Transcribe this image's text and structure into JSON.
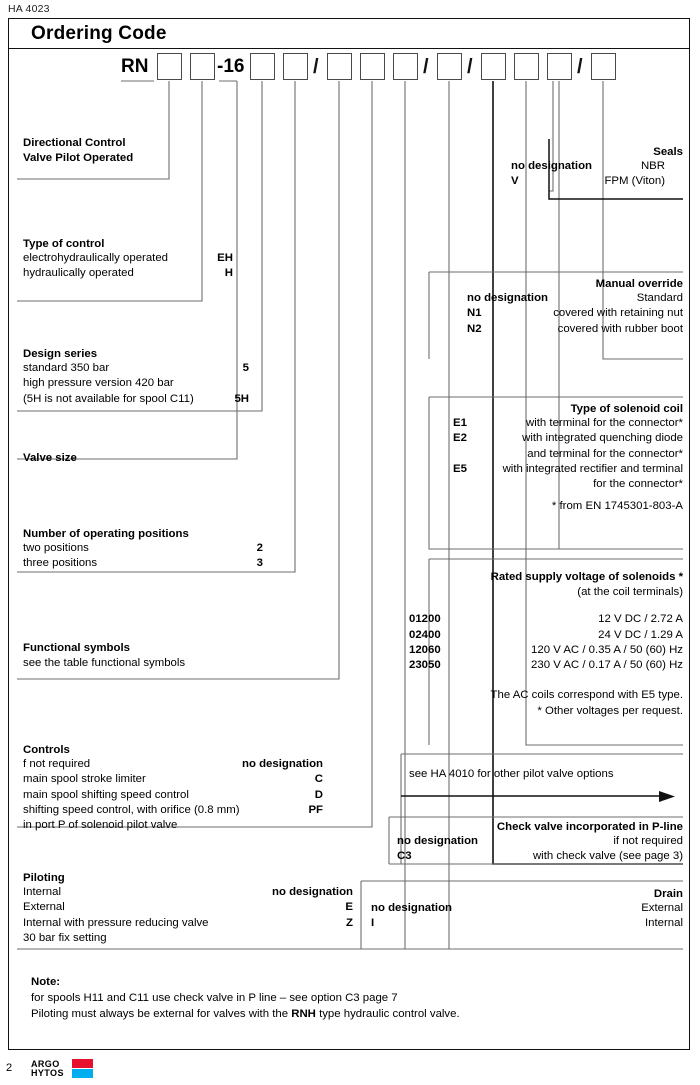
{
  "doc": {
    "id": "HA 4023",
    "title": "Ordering Code",
    "page_number": "2",
    "logo_top": "ARGO",
    "logo_bottom": "HYTOS"
  },
  "code": {
    "prefix": "RN",
    "size_code": "-16",
    "slash": "/"
  },
  "left_blocks": [
    {
      "heading_line1": "Directional Control",
      "heading_line2": "Valve Pilot Operated"
    },
    {
      "heading": "Type of control",
      "rows": [
        {
          "label": "electrohydraulically operated",
          "code": "EH"
        },
        {
          "label": "hydraulically operated",
          "code": "H"
        }
      ]
    },
    {
      "heading": "Design series",
      "rows": [
        {
          "label": "standard 350 bar",
          "code": "5"
        },
        {
          "label": "high pressure version 420 bar",
          "code": ""
        },
        {
          "label": "(5H is not available for spool C11)",
          "code": "5H"
        }
      ]
    },
    {
      "heading": "Valve size"
    },
    {
      "heading": "Number of operating positions",
      "rows": [
        {
          "label": "two positions",
          "code": "2"
        },
        {
          "label": "three positions",
          "code": "3"
        }
      ]
    },
    {
      "heading": "Functional symbols",
      "rows": [
        {
          "label": "see the table functional symbols",
          "code": ""
        }
      ]
    },
    {
      "heading": "Controls",
      "rows": [
        {
          "label": "f not required",
          "code": "no designation"
        },
        {
          "label": "main spool stroke limiter",
          "code": "C"
        },
        {
          "label": "main spool shifting speed control",
          "code": "D"
        },
        {
          "label": "shifting speed control, with orifice (0.8 mm)",
          "code": "PF"
        },
        {
          "label": "in port P of solenoid pilot valve",
          "code": ""
        }
      ]
    },
    {
      "heading": "Piloting",
      "rows": [
        {
          "label": "Internal",
          "code": "no designation"
        },
        {
          "label": "External",
          "code": "E"
        },
        {
          "label": "Internal with pressure reducing valve",
          "code": "Z"
        },
        {
          "label": "30 bar fix setting",
          "code": ""
        }
      ]
    }
  ],
  "right_blocks": {
    "seals": {
      "heading": "Seals",
      "rows": [
        {
          "code": "no designation",
          "label": "NBR"
        },
        {
          "code": "V",
          "label": "FPM (Viton)"
        }
      ]
    },
    "manual_override": {
      "heading": "Manual override",
      "rows": [
        {
          "code": "no designation",
          "label": "Standard"
        },
        {
          "code": "N1",
          "label": "covered with retaining nut"
        },
        {
          "code": "N2",
          "label": "covered with rubber boot"
        }
      ]
    },
    "solenoid_coil": {
      "heading": "Type of solenoid coil",
      "rows": [
        {
          "code": "E1",
          "label": "with terminal for the connector*"
        },
        {
          "code": "E2",
          "label": "with integrated quenching diode"
        },
        {
          "code": "",
          "label": "and terminal  for the connector*"
        },
        {
          "code": "E5",
          "label": "with integrated rectifier and terminal"
        },
        {
          "code": "",
          "label": "for the connector*"
        }
      ],
      "footnote": "* from EN 1745301-803-A"
    },
    "voltage": {
      "heading": "Rated supply voltage of solenoids *",
      "subheading": "(at the coil terminals)",
      "rows": [
        {
          "code": "01200",
          "label": "12 V DC / 2.72 A"
        },
        {
          "code": "02400",
          "label": "24 V DC / 1.29 A"
        },
        {
          "code": "12060",
          "label": "120 V AC / 0.35 A / 50 (60) Hz"
        },
        {
          "code": "23050",
          "label": "230 V AC / 0.17 A / 50 (60) Hz"
        }
      ],
      "note1": "The AC coils correspond with E5 type.",
      "note2": "*  Other voltages per request."
    },
    "pilot_ref": {
      "text": "see HA 4010 for other pilot valve options"
    },
    "check_valve": {
      "heading": "Check valve incorporated in P-line",
      "rows": [
        {
          "code": "no designation",
          "label": "if not required"
        },
        {
          "code": "C3",
          "label": "with check valve (see page 3)"
        }
      ]
    },
    "drain": {
      "heading": "Drain",
      "rows": [
        {
          "code": "no designation",
          "label": "External"
        },
        {
          "code": "I",
          "label": "Internal"
        }
      ]
    }
  },
  "note": {
    "heading": "Note:",
    "line1": "for spools H11 and C11 use check valve in P line – see option C3 page 7",
    "line2_a": "Piloting must always be external for valves with the ",
    "line2_b": "RNH",
    "line2_c": " type hydraulic control valve."
  }
}
